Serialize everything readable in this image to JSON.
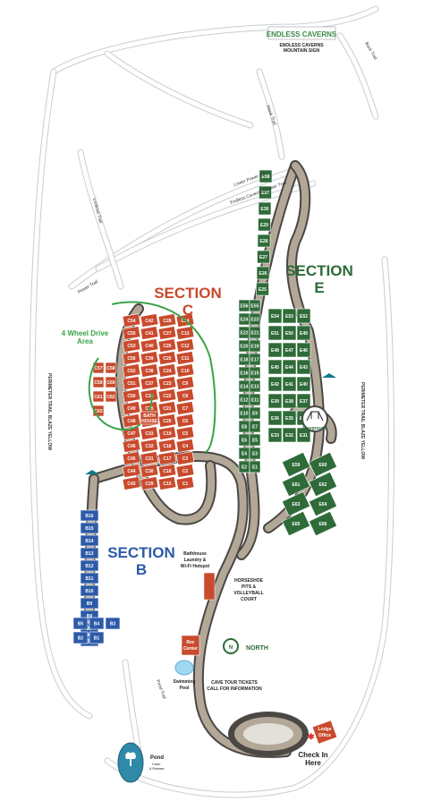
{
  "colors": {
    "section_c": "#c94a2d",
    "section_e": "#2e6b38",
    "section_b": "#2c5aa8",
    "road": "#4a4744",
    "road_fill": "#b3a898",
    "trail": "#c9cdd0",
    "four_wheel": "#3aa447"
  },
  "labels": {
    "endless_caverns_sign": "ENDLESS CAVERNS",
    "mountain_sign_1": "ENDLESS CAVERNS",
    "mountain_sign_2": "MOUNTAIN SIGN",
    "buck_trail": "Buck Trail",
    "hawk_trail": "Hawk Trail",
    "lower_power_rd": "Lower Power Rd",
    "endless_caverns_to_deer": "Endless Caverns to Deer Trail",
    "lookout_trail": "Lookout Trail",
    "power_trail": "Power Trail",
    "section_c_1": "SECTION",
    "section_c_2": "C",
    "section_e_1": "SECTION",
    "section_e_2": "E",
    "section_b_1": "SECTION",
    "section_b_2": "B",
    "four_wheel_1": "4 Wheel Drive",
    "four_wheel_2": "Area",
    "perimeter_left": "PERIMETER TRAIL BLAZE YELLOW",
    "perimeter_right": "PERIMETER TRAIL BLAZE YELLOW",
    "bathhouse_c_1": "BATH",
    "bathhouse_c_2": "HOUSE",
    "playground": "Playground",
    "bathhouse_1": "Bathhouse",
    "bathhouse_2": "Laundry &",
    "bathhouse_3": "Wi-Fi Hotspot",
    "horseshoe_1": "HORSESHOE",
    "horseshoe_2": "PITS &",
    "horseshoe_3": "VOLLEYBALL",
    "horseshoe_4": "COURT",
    "rec_center_1": "Rec",
    "rec_center_2": "Center",
    "north": "NORTH",
    "swimming_pool_1": "Swimming",
    "swimming_pool_2": "Pool",
    "cave_tour_1": "CAVE TOUR TICKETS",
    "cave_tour_2": "CALL FOR INFORMATION",
    "lodge_1": "Lodge",
    "lodge_2": "Office",
    "check_in_1": "Check In",
    "check_in_2": "Here",
    "pond": "Pond",
    "pond_sub_1": "Catch",
    "pond_sub_2": "& Release",
    "pond_trail": "Pond Trail"
  },
  "sites": {
    "C": [
      "C54",
      "C55",
      "C53",
      "C56",
      "C52",
      "C51",
      "C50",
      "C49",
      "C48",
      "C47",
      "C46",
      "C45",
      "C44",
      "C43",
      "C42",
      "C41",
      "C40",
      "C39",
      "C38",
      "C37",
      "C36",
      "C35",
      "C34",
      "C33",
      "C32",
      "C31",
      "C30",
      "C29",
      "C28",
      "C27",
      "C26",
      "C25",
      "C24",
      "C23",
      "C22",
      "C21",
      "C20",
      "C19",
      "C18",
      "C17",
      "C16",
      "C15",
      "C14",
      "C13",
      "C12",
      "C11",
      "C10",
      "C9",
      "C8",
      "C7",
      "C6",
      "C5",
      "C4",
      "C3",
      "C2",
      "C1",
      "C57",
      "C58",
      "C59",
      "C60",
      "C61",
      "C62",
      "C63"
    ],
    "E": [
      "E58",
      "E57",
      "E30",
      "E29",
      "E28",
      "E27",
      "E26",
      "E25",
      "E56",
      "E55",
      "E24",
      "E23",
      "E22",
      "E21",
      "E20",
      "E19",
      "E18",
      "E17",
      "E16",
      "E15",
      "E14",
      "E13",
      "E12",
      "E11",
      "E10",
      "E9",
      "E8",
      "E7",
      "E6",
      "E5",
      "E4",
      "E3",
      "E2",
      "E1",
      "E54",
      "E53",
      "E52",
      "E51",
      "E50",
      "E49",
      "E48",
      "E47",
      "E46",
      "E45",
      "E44",
      "E43",
      "E42",
      "E41",
      "E40",
      "E39",
      "E38",
      "E37",
      "E36",
      "E35",
      "E34",
      "E33",
      "E32",
      "E31",
      "E59",
      "E60",
      "E61",
      "E62",
      "E63",
      "E64",
      "E65",
      "E66"
    ],
    "B": [
      "B16",
      "B15",
      "B14",
      "B13",
      "B12",
      "B11",
      "B10",
      "B9",
      "B8",
      "B7",
      "B6",
      "B5",
      "B4",
      "B3",
      "B2",
      "B1"
    ]
  }
}
